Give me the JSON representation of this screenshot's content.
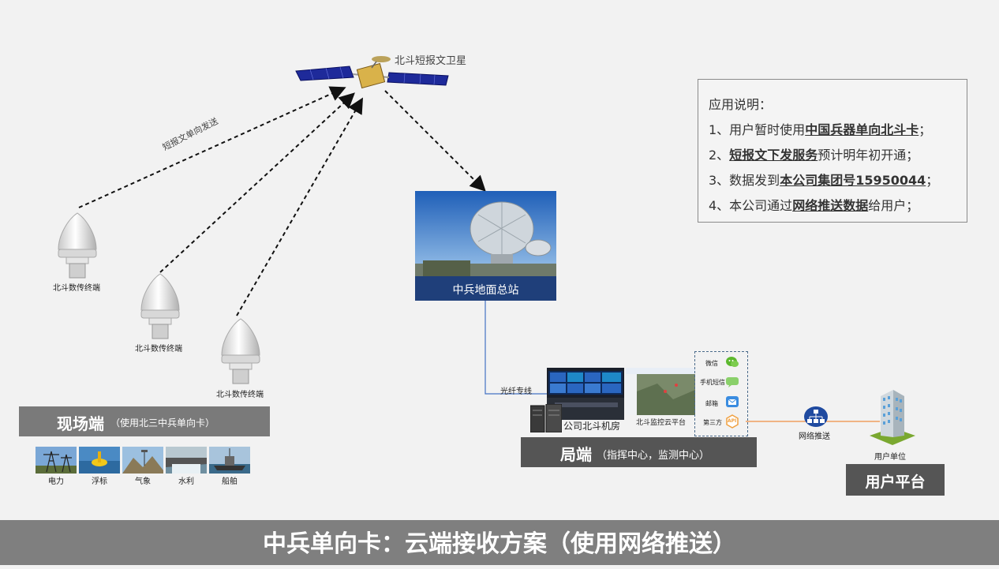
{
  "satellite": {
    "label": "北斗短报文卫星"
  },
  "uplink_label": "短报文单向发送",
  "terminals": [
    {
      "label": "北斗数传终端"
    },
    {
      "label": "北斗数传终端"
    },
    {
      "label": "北斗数传终端"
    }
  ],
  "field": {
    "title": "现场端",
    "subtitle": "（使用北三中兵单向卡）",
    "items": [
      {
        "label": "电力"
      },
      {
        "label": "浮标"
      },
      {
        "label": "气象"
      },
      {
        "label": "水利"
      },
      {
        "label": "船舶"
      }
    ]
  },
  "ground_station": {
    "label": "中兵地面总站"
  },
  "fiber_label": "光纤专线",
  "server_room_label": "公司北斗机房",
  "monitor_platform_label": "北斗监控云平台",
  "channels": [
    {
      "label": "微信"
    },
    {
      "label": "手机短信"
    },
    {
      "label": "邮箱"
    },
    {
      "label": "第三方"
    }
  ],
  "api_label": "API",
  "network_push_label": "网络推送",
  "user_unit_label": "用户单位",
  "user_platform": {
    "title": "用户平台"
  },
  "bureau": {
    "title": "局端",
    "subtitle": "（指挥中心，监测中心）"
  },
  "notes": {
    "title": "应用说明：",
    "line1": {
      "pre": "1、用户暂时使用",
      "bold": "中国兵器单向北斗卡",
      "post": "；"
    },
    "line2": {
      "pre": "2、",
      "bold": "短报文下发服务",
      "post": "预计明年初开通；"
    },
    "line3": {
      "pre": "3、数据发到",
      "bold": "本公司集团号15950044",
      "post": "；"
    },
    "line4": {
      "pre": "4、本公司通过",
      "bold": "网络推送数据",
      "post": "给用户；"
    }
  },
  "footer": {
    "title": "中兵单向卡：云端接收方案（使用网络推送）"
  },
  "colors": {
    "footer_bg": "#7f7f7f",
    "band": "#7a7a7a",
    "station_bar": "#1f3f7a",
    "fiber": "#4472c4",
    "push_line": "#f0a060"
  }
}
